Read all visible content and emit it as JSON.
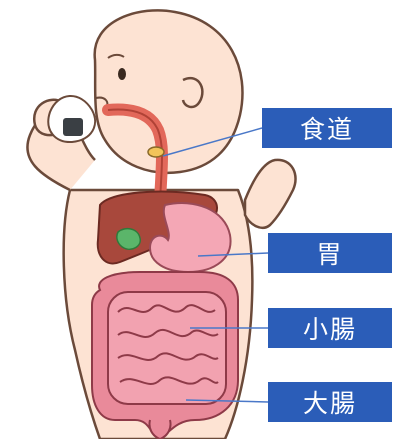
{
  "labels": {
    "esophagus": "食道",
    "stomach": "胃",
    "small_intestine": "小腸",
    "large_intestine": "大腸"
  },
  "colors": {
    "skin": "#fde3d3",
    "outline": "#6b4a3a",
    "label_bg": "#2b5db8",
    "leader": "#4a78c8",
    "liver": "#a8483c",
    "stomach": "#f4a7b5",
    "small_intestine": "#f2a2b0",
    "large_intestine": "#e98a9a",
    "esophagus": "#e2685a",
    "gallbladder": "#5bb56a"
  }
}
